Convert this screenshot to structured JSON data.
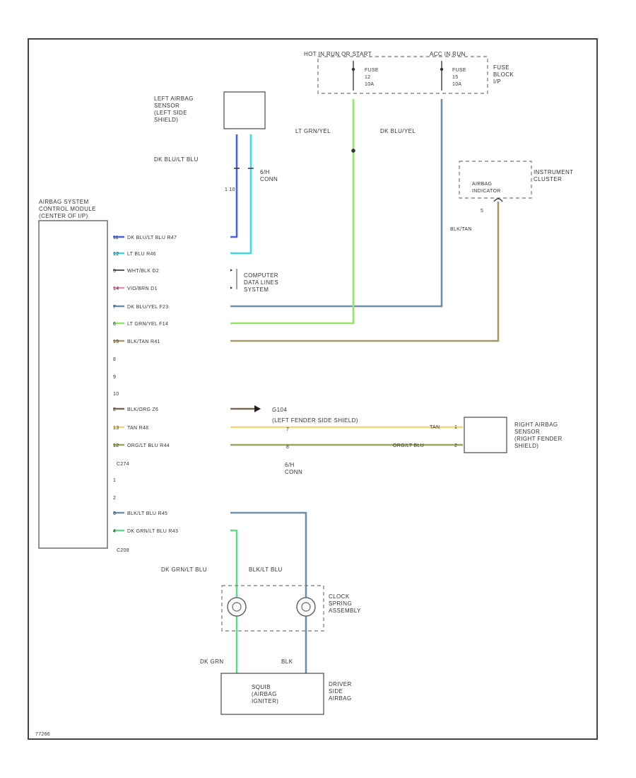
{
  "colors": {
    "blue": "#4a62d8",
    "light_blue": "#3fd6ef",
    "dark_blue": "#6d8fa8",
    "light_green": "#8ee96a",
    "green": "#5fdc8a",
    "tan": "#a8976a",
    "brown": "#7d6a55",
    "yellow": "#f0d77a",
    "olive": "#98a85a",
    "pink": "#e58fbd",
    "black": "#222222",
    "gray": "#888888"
  },
  "fuse_block": {
    "hot_label": "HOT IN RUN OR START",
    "acc_label": "ACC IN RUN",
    "fuse_a": "FUSE\n12\n10A",
    "fuse_b": "FUSE\n15\n10A",
    "name": "FUSE\nBLOCK\nI/P"
  },
  "left_sensor": {
    "name": "LEFT AIRBAG\nSENSOR\n(LEFT SIDE\nSHIELD)",
    "wire_label": "DK BLU/LT BLU",
    "conn_pins": "1    10",
    "conn_label": "6/H\nCONN"
  },
  "module": {
    "name": "AIRBAG SYSTEM\nCONTROL MODULE\n(CENTER OF I/P)",
    "conn_c274": "C274",
    "conn_c208": "C208"
  },
  "module_pins": [
    {
      "pin": "11",
      "text": "DK BLU/LT BLU    R47"
    },
    {
      "pin": "12",
      "text": "LT BLU    R46"
    },
    {
      "pin": "3",
      "text": "WHT/BLK    D2"
    },
    {
      "pin": "14",
      "text": "VIO/BRN    D1"
    },
    {
      "pin": "7",
      "text": "DK BLU/YEL    F23"
    },
    {
      "pin": "6",
      "text": "LT GRN/YEL    F14"
    },
    {
      "pin": "15",
      "text": "BLK/TAN    R41"
    },
    {
      "pin": "8",
      "text": ""
    },
    {
      "pin": "9",
      "text": ""
    },
    {
      "pin": "10",
      "text": ""
    },
    {
      "pin": "2",
      "text": "BLK/ORG    Z6"
    },
    {
      "pin": "13",
      "text": "TAN    R48"
    },
    {
      "pin": "12",
      "text": "ORG/LT BLU    R44"
    },
    {
      "pin": "1",
      "text": ""
    },
    {
      "pin": "2",
      "text": ""
    },
    {
      "pin": "3",
      "text": "BLK/LT BLU    R45"
    },
    {
      "pin": "4",
      "text": "DK GRN/LT BLU    R43"
    }
  ],
  "computer_data": "COMPUTER\nDATA LINES\nSYSTEM",
  "fuse_wires": {
    "lt_grn": "LT GRN/YEL",
    "dk_blu": "DK BLU/YEL"
  },
  "cluster": {
    "name": "INSTRUMENT\nCLUSTER",
    "inner": "AIRBAG\nINDICATOR",
    "pin": "5",
    "wire": "BLK/TAN"
  },
  "ground": {
    "name": "G104",
    "location": "(LEFT FENDER SIDE SHIELD)"
  },
  "right_sensor": {
    "name": "RIGHT AIRBAG\nSENSOR\n(RIGHT FENDER\nSHIELD)",
    "tan_wire": "TAN",
    "org_wire": "ORG/LT BLU",
    "pin_a": "1",
    "pin_b": "2",
    "conn_pin_a": "7",
    "conn_pin_b": "8",
    "conn_label": "6/H\nCONN"
  },
  "clockspring": {
    "wire_left": "DK GRN/LT BLU",
    "wire_right": "BLK/LT BLU",
    "name": "CLOCK\nSPRING\nASSEMBLY",
    "bottom_left": "DK GRN",
    "bottom_right": "BLK"
  },
  "airbag": {
    "inner": "SQUIB\n(AIRBAG\nIGNITER)",
    "name": "DRIVER\nSIDE\nAIRBAG"
  },
  "figure_id": "77266"
}
